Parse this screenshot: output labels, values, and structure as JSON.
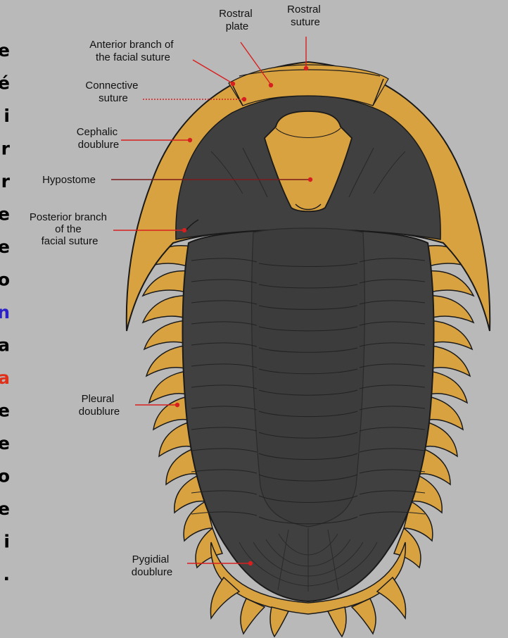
{
  "colors": {
    "background": "#b9b9b9",
    "body": "#404040",
    "doublure": "#d9a241",
    "outline": "#1a1a1a",
    "pointer": "#d81f1f",
    "edge_default": "#000000",
    "edge_blue": "#2d22c8",
    "edge_red": "#e0301a"
  },
  "edge_letters": [
    {
      "char": "e",
      "color": "#000000"
    },
    {
      "char": "é",
      "color": "#000000"
    },
    {
      "char": "i",
      "color": "#000000"
    },
    {
      "char": "r",
      "color": "#000000"
    },
    {
      "char": "r",
      "color": "#000000"
    },
    {
      "char": "e",
      "color": "#000000"
    },
    {
      "char": "e",
      "color": "#000000"
    },
    {
      "char": "o",
      "color": "#000000"
    },
    {
      "char": "n",
      "color": "#2d22c8"
    },
    {
      "char": "a",
      "color": "#000000"
    },
    {
      "char": "a",
      "color": "#e0301a"
    },
    {
      "char": "e",
      "color": "#000000"
    },
    {
      "char": "e",
      "color": "#000000"
    },
    {
      "char": "o",
      "color": "#000000"
    },
    {
      "char": "e",
      "color": "#000000"
    },
    {
      "char": "i",
      "color": "#000000"
    },
    {
      "char": ".",
      "color": "#000000"
    }
  ],
  "labels": {
    "rostral_plate": [
      "Rostral",
      "plate"
    ],
    "rostral_suture": [
      "Rostral",
      "suture"
    ],
    "anterior_branch": [
      "Anterior branch of",
      "the facial suture"
    ],
    "connective_suture": [
      "Connective",
      "suture"
    ],
    "cephalic_doublure": [
      "Cephalic",
      "doublure"
    ],
    "hypostome": [
      "Hypostome"
    ],
    "posterior_branch": [
      "Posterior branch",
      "of the",
      "facial suture"
    ],
    "pleural_doublure": [
      "Pleural",
      "doublure"
    ],
    "pygidial_doublure": [
      "Pygidial",
      "doublure"
    ]
  }
}
